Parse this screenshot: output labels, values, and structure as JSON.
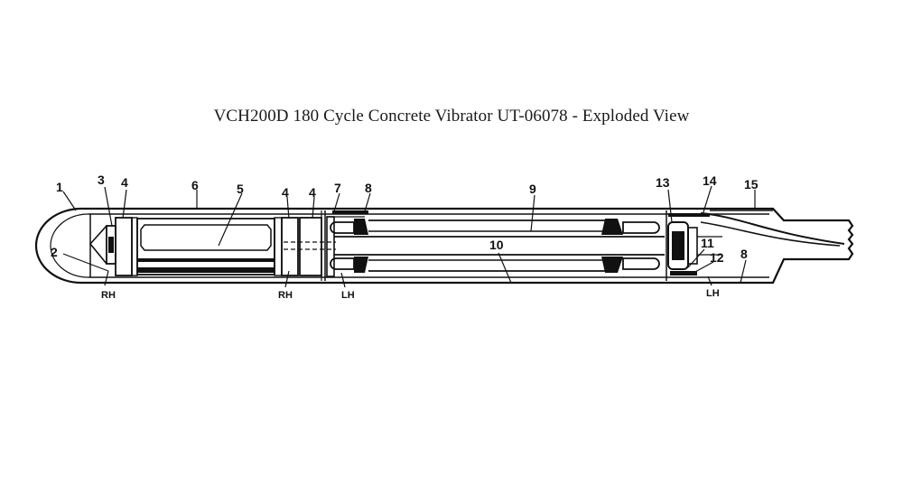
{
  "title": "VCH200D 180 Cycle Concrete Vibrator UT-06078 - Exploded View",
  "part_labels": [
    "1",
    "2",
    "3",
    "4",
    "6",
    "5",
    "4",
    "4",
    "7",
    "8",
    "9",
    "10",
    "13",
    "14",
    "15",
    "11",
    "12",
    "8"
  ],
  "side_markers": [
    "RH",
    "RH",
    "LH",
    "LH"
  ]
}
